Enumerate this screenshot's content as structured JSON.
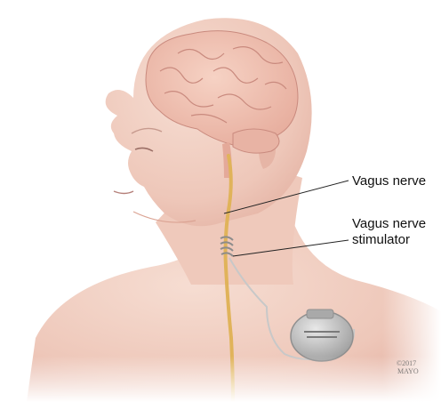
{
  "labels": {
    "vagus_nerve": "Vagus nerve",
    "stimulator_line1": "Vagus nerve",
    "stimulator_line2": "stimulator"
  },
  "copyright": {
    "year": "©2017",
    "org": "MAYO"
  },
  "colors": {
    "skin": "#f1cfc3",
    "skin_shadow": "#e3ada0",
    "brain": "#efc0b0",
    "brain_fold": "#c98a7e",
    "nerve": "#e0b35a",
    "device": "#b9b9b9",
    "leader_line": "#222222"
  }
}
